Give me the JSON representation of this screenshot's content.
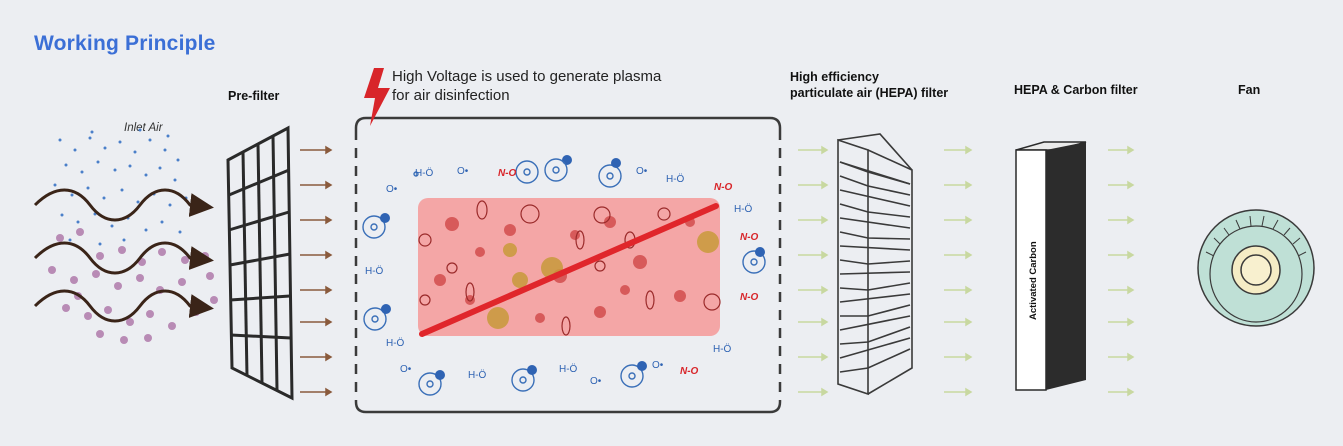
{
  "title": "Working Principle",
  "labels": {
    "prefilter": "Pre-filter",
    "plasma_line1": "High Voltage is used to generate plasma",
    "plasma_line2": "for air disinfection",
    "hepa_line1": "High efficiency",
    "hepa_line2": "particulate air (HEPA) filter",
    "carbon": "HEPA & Carbon filter",
    "fan": "Fan",
    "inlet": "Inlet Air",
    "activated": "Activated Carbon"
  },
  "molecules": {
    "water": "H-Ö",
    "oxygen": "O•",
    "nitric": "N-O"
  },
  "colors": {
    "title": "#3b6fd6",
    "plasma": "#f4a6a6",
    "beam": "#e0262b",
    "arrow_brown": "#8a5a3c",
    "arrow_green": "#c8d8a0",
    "fan": "#bfe0d6"
  }
}
